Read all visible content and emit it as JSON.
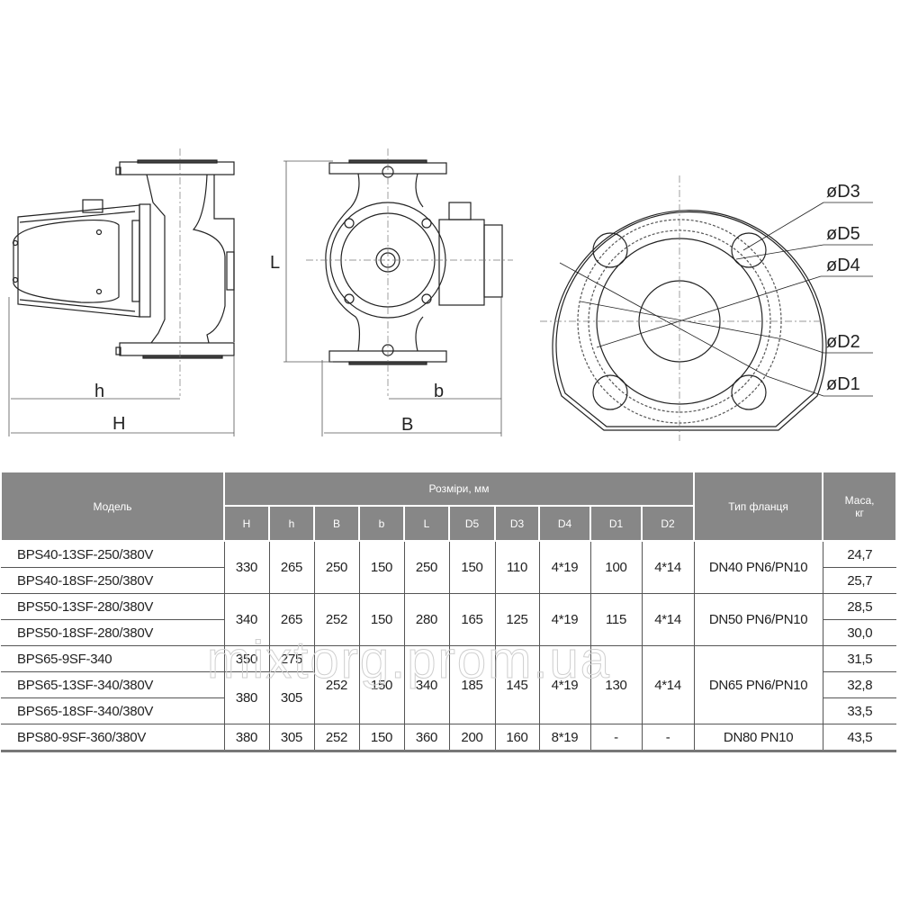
{
  "drawing": {
    "side_view": {
      "dim_h": "h",
      "dim_H": "H"
    },
    "front_view": {
      "dim_L": "L",
      "dim_b": "b",
      "dim_B": "B"
    },
    "flange_view": {
      "labels": [
        "øD3",
        "øD5",
        "øD4",
        "øD2",
        "øD1"
      ]
    }
  },
  "table": {
    "headers": {
      "model": "Модель",
      "dimensions_group": "Розміри, мм",
      "dims": [
        "H",
        "h",
        "B",
        "b",
        "L",
        "D5",
        "D3",
        "D4",
        "D1",
        "D2"
      ],
      "flange": "Тип фланця",
      "mass_line1": "Маса,",
      "mass_line2": "кг"
    },
    "models": [
      "BPS40-13SF-250/380V",
      "BPS40-18SF-250/380V",
      "BPS50-13SF-280/380V",
      "BPS50-18SF-280/380V",
      "BPS65-9SF-340",
      "BPS65-13SF-340/380V",
      "BPS65-18SF-340/380V",
      "BPS80-9SF-360/380V"
    ],
    "masses": [
      "24,7",
      "25,7",
      "28,5",
      "30,0",
      "31,5",
      "32,8",
      "33,5",
      "43,5"
    ],
    "group1": {
      "H": "330",
      "h": "265",
      "B": "250",
      "b": "150",
      "L": "250",
      "D5": "150",
      "D3": "110",
      "D4": "4*19",
      "D1": "100",
      "D2": "4*14",
      "flange": "DN40 PN6/PN10"
    },
    "group2": {
      "H": "340",
      "h": "265",
      "B": "252",
      "b": "150",
      "L": "280",
      "D5": "165",
      "D3": "125",
      "D4": "4*19",
      "D1": "115",
      "D2": "4*14",
      "flange": "DN50 PN6/PN10"
    },
    "group3": {
      "H_a": "350",
      "h_a": "275",
      "H_b": "380",
      "h_b": "305",
      "B": "252",
      "b": "150",
      "L": "340",
      "D5": "185",
      "D3": "145",
      "D4": "4*19",
      "D1": "130",
      "D2": "4*14",
      "flange": "DN65 PN6/PN10"
    },
    "group4": {
      "H": "380",
      "h": "305",
      "B": "252",
      "b": "150",
      "L": "360",
      "D5": "200",
      "D3": "160",
      "D4": "8*19",
      "D1": "-",
      "D2": "-",
      "flange": "DN80 PN10"
    }
  },
  "watermark": "mixtorg.prom.ua"
}
